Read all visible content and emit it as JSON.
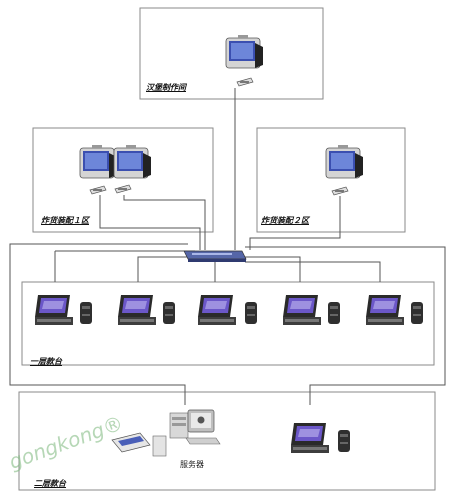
{
  "zones": {
    "burger_room": "汉堡制作间",
    "fryer_area_1": "炸货装配１区",
    "fryer_area_2": "炸货装配２区",
    "front_counter_1": "一层款台",
    "front_counter_2": "二层款台"
  },
  "server_label": "服务器",
  "watermark": "gongkong®",
  "colors": {
    "line": "#555555",
    "box_border": "#8a8a8a",
    "screen": "#3b4fb0",
    "device_body": "#c8c8c8",
    "device_dark": "#333333",
    "switch": "#5566a8"
  },
  "icons": [
    "kds-monitor-icon",
    "bump-bar-icon",
    "network-switch-icon",
    "pos-terminal-icon",
    "receipt-printer-icon",
    "server-pc-icon",
    "card-reader-icon"
  ]
}
